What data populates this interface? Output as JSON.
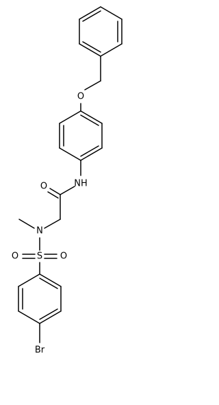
{
  "molecule": {
    "atoms": {
      "oxygen_ether": "O",
      "amide_nitrogen": "NH",
      "carbonyl_oxygen": "O",
      "sulfonamide_nitrogen": "N",
      "sulfonyl_oxygen_left": "O",
      "sulfonyl_sulfur": "S",
      "sulfonyl_oxygen_right": "O",
      "bromine": "Br"
    }
  }
}
